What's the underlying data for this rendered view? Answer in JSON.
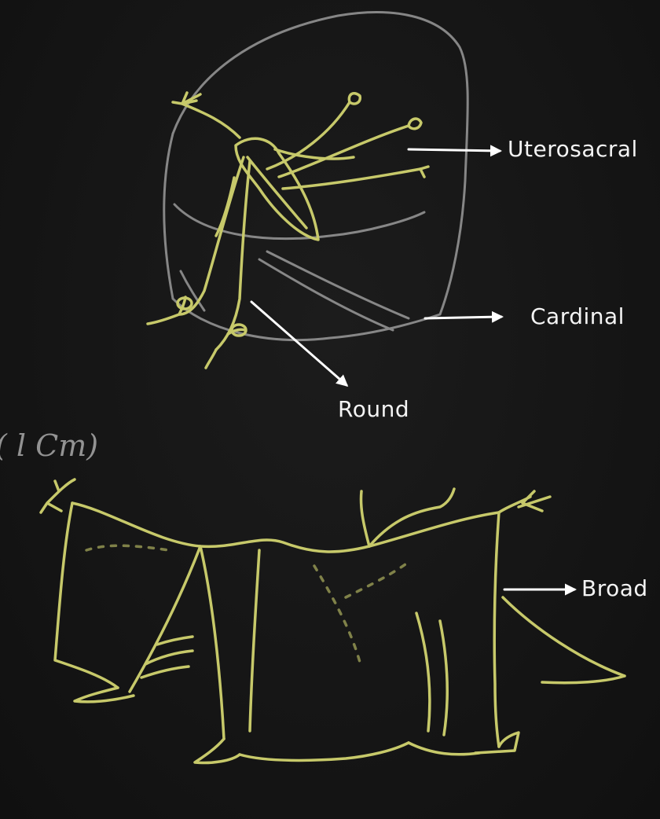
{
  "labels": {
    "uterosacral": "Uterosacral",
    "cardinal": "Cardinal",
    "round": "Round",
    "broad": "Broad"
  },
  "chalk_note": "( l Cm)",
  "colors": {
    "board": "#141414",
    "chalk_white": "#9a9a9a",
    "chalk_yellow": "#c7c96a",
    "arrow": "#ffffff"
  }
}
